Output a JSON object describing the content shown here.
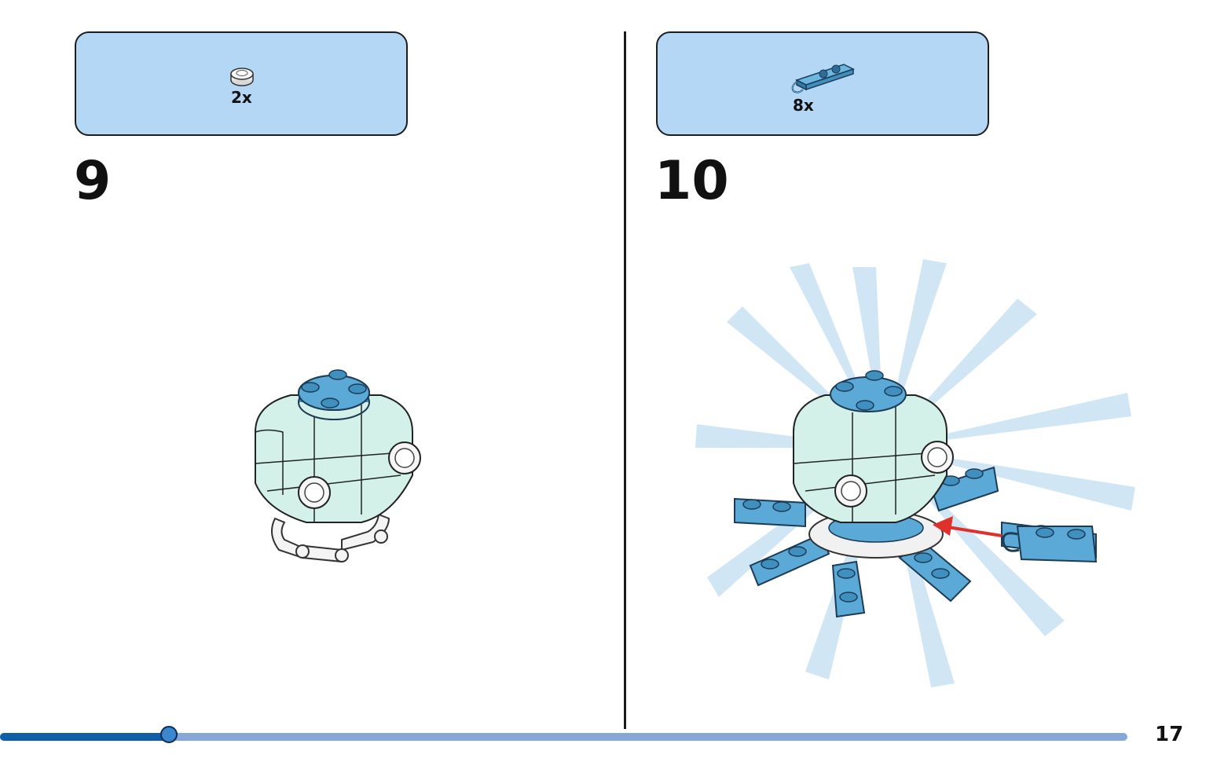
{
  "steps": [
    {
      "number": "9",
      "parts": [
        {
          "quantity": "2x",
          "icon": "round-plate-white-icon"
        }
      ]
    },
    {
      "number": "10",
      "parts": [
        {
          "quantity": "8x",
          "icon": "plate-with-clip-blue-icon"
        }
      ]
    }
  ],
  "colors": {
    "parts_box": "#b3d7f5",
    "brick_mint": "#d3f1e8",
    "brick_blue": "#5aa9d6",
    "arrow_red": "#e0302b",
    "progress_fill": "#0f5fa8",
    "progress_track": "#85a8d8"
  },
  "progress": {
    "fraction": 0.15
  },
  "page": {
    "number": "17"
  }
}
